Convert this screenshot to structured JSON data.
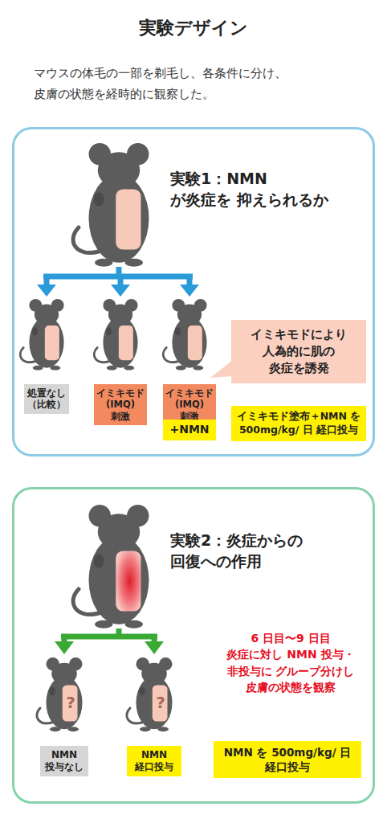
{
  "diagram": {
    "title": "実験デザイン",
    "nodes": [
      {
        "text": [
          "実験1：NMN が炎症を 抑えられるか"
        ]
      },
      {
        "text": [
          "処置なし （比較）"
        ],
        "in": 0
      },
      {
        "text": [
          "イミキモド (IMQ) 刺激"
        ],
        "in": 0
      },
      {
        "text": [
          "イミキモド (IMQ) 刺激"
        ],
        "in": 0
      },
      {
        "text": [
          "+NMN"
        ],
        "in": 0
      },
      {
        "text": [
          "イミキモドにより 人為的に肌の 炎症を誘発"
        ],
        "in": 0
      },
      {
        "text": [
          "イミキモド塗布＋NMN を 500mg/kg/ 日 経口投与"
        ],
        "in": 0
      },
      {
        "text": [
          "実験2：炎症からの 回復への作用"
        ]
      },
      {
        "text": [
          "NMN 投与なし"
        ],
        "in": 7
      },
      {
        "text": [
          "NMN 経口投与"
        ],
        "in": 7
      },
      {
        "text": [
          "NMN を 500mg/kg/ 日 経口投与"
        ],
        "in": 7
      }
    ],
    "labels": [
      "マウスの体毛の一部を剃毛し、各条件に分け、 皮膚の状態を経時的に観察した。",
      "6 日目〜9 日目 炎症に対し NMN 投与・非投与に グループ分けし 皮膚の状態を観察",
      "?",
      "?"
    ]
  }
}
